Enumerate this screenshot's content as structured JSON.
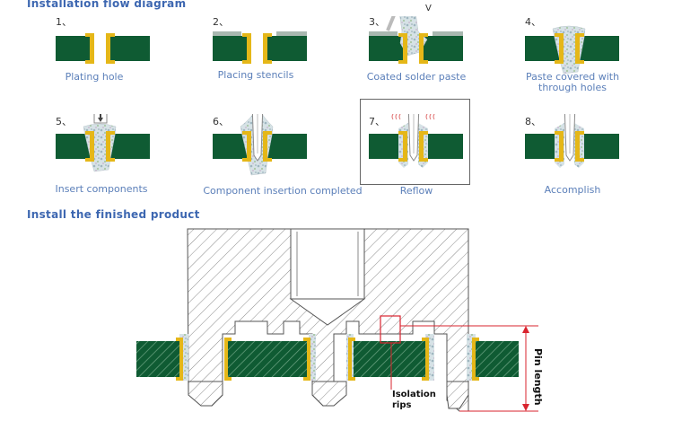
{
  "titles": {
    "flow": "Installation flow diagram",
    "finished": "Install the finished product"
  },
  "steps": [
    {
      "num": "1、",
      "caption": "Plating hole"
    },
    {
      "num": "2、",
      "caption": "Placing stencils"
    },
    {
      "num": "3、",
      "caption": "Coated solder paste"
    },
    {
      "num": "4、",
      "caption": "Paste covered with\nthrough holes"
    },
    {
      "num": "5、",
      "caption": "Insert components"
    },
    {
      "num": "6、",
      "caption": "Component insertion completed"
    },
    {
      "num": "7、",
      "caption": "Reflow"
    },
    {
      "num": "8、",
      "caption": "Accomplish"
    }
  ],
  "arrow_label": "V",
  "annotations": {
    "isolation_ribs": "Isolation\nrips",
    "pin_length": "Pin length"
  },
  "colors": {
    "board": "#0f5b33",
    "plating": "#e5b718",
    "paste": "#c9d6dc",
    "accent": "#3d67b1",
    "red": "#d9232e"
  }
}
